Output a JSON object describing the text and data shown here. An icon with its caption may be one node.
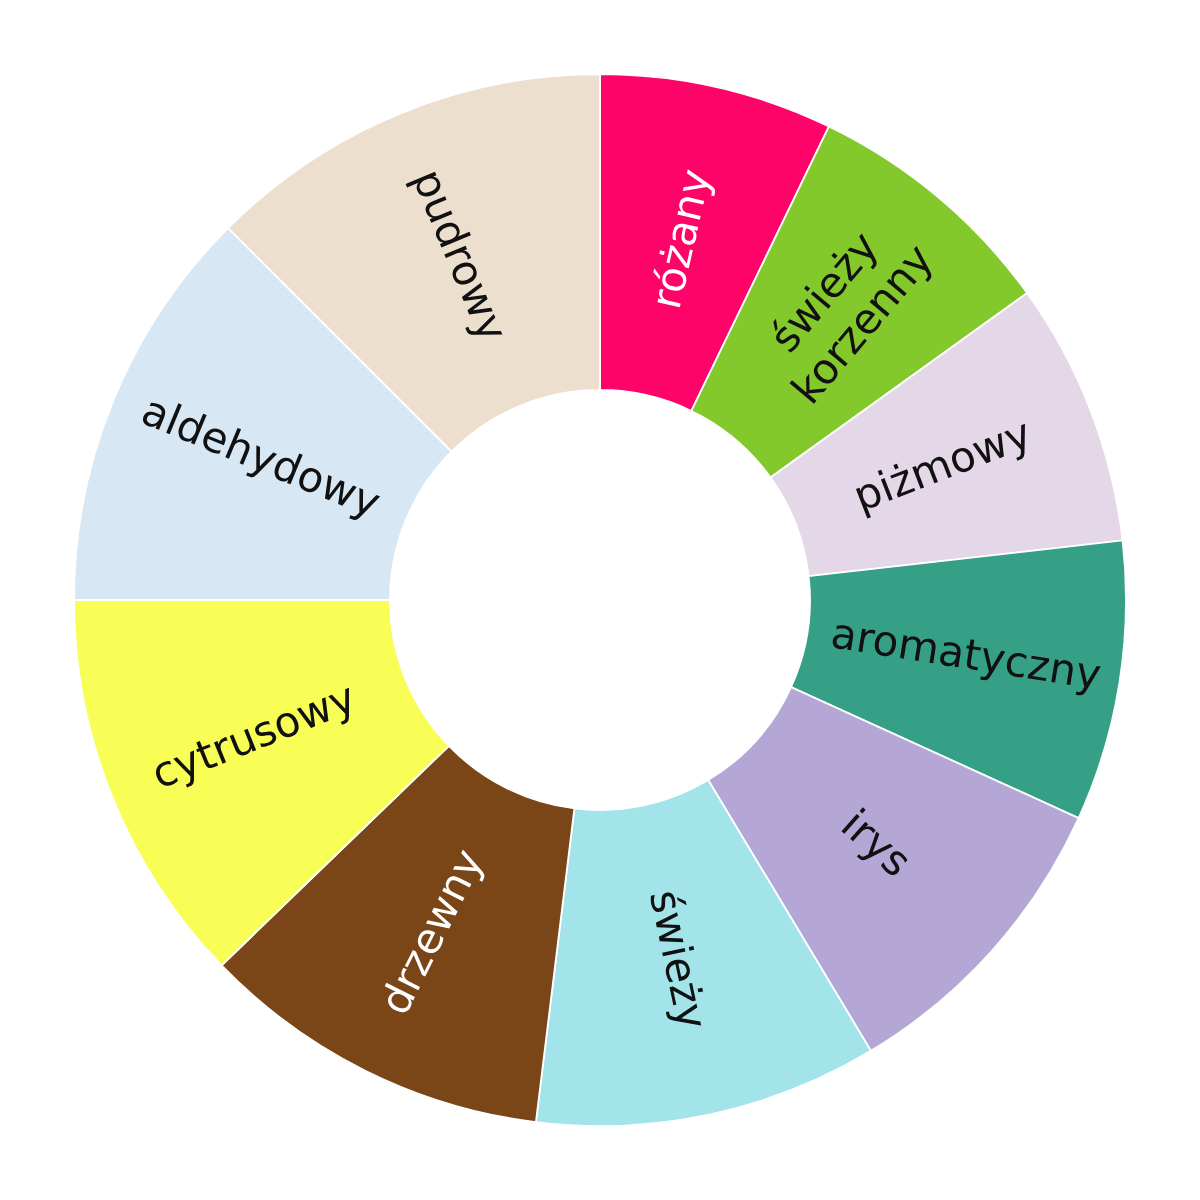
{
  "diagram": {
    "nodes": [
      {
        "text": [
          "różany"
        ]
      },
      {
        "text": [
          "świeży korzenny"
        ]
      },
      {
        "text": [
          "piżmowy"
        ]
      },
      {
        "text": [
          "aromatyczny"
        ]
      },
      {
        "text": [
          "irys"
        ]
      },
      {
        "text": [
          "świeży"
        ]
      },
      {
        "text": [
          "drzewny"
        ]
      },
      {
        "text": [
          "cytrusowy"
        ]
      },
      {
        "text": [
          "aldehydowy"
        ]
      },
      {
        "text": [
          "pudrowy"
        ]
      }
    ]
  }
}
